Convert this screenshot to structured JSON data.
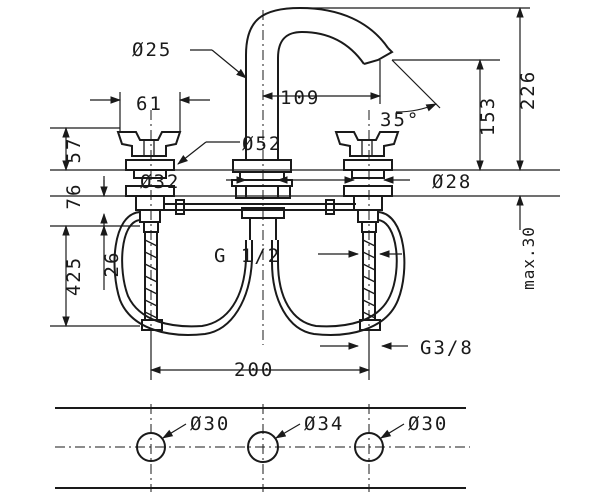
{
  "dimensions": {
    "d25": "Ø25",
    "d52": "Ø52",
    "d32": "Ø32",
    "d28": "Ø28",
    "w61": "61",
    "w109": "109",
    "a35": "35°",
    "h57": "57",
    "h76": "76",
    "h425": "425",
    "h26": "26",
    "h153": "153",
    "h226": "226",
    "max30": "max.30",
    "g12": "G 1/2",
    "g38": "G3/8",
    "w200": "200"
  },
  "holes": {
    "left": "Ø30",
    "center": "Ø34",
    "right": "Ø30"
  }
}
